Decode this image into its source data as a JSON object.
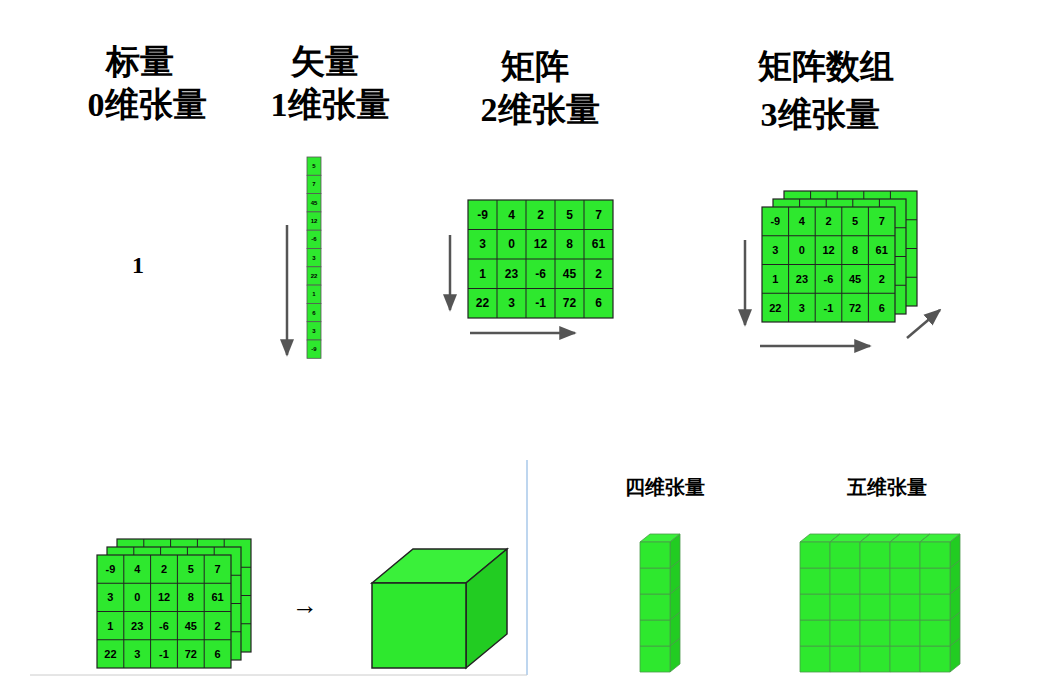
{
  "diagram": {
    "labels": [
      "标量",
      "0维张量",
      "矢量",
      "1维张量",
      "矩阵",
      "2维张量",
      "矩阵数组",
      "3维张量",
      "1",
      "5",
      "7",
      "45",
      "12",
      "-6",
      "3",
      "22",
      "1",
      "6",
      "3",
      "-9",
      "-9",
      "4",
      "2",
      "5",
      "7",
      "3",
      "0",
      "12",
      "8",
      "61",
      "1",
      "23",
      "-6",
      "45",
      "2",
      "22",
      "3",
      "-1",
      "72",
      "6",
      "-9",
      "4",
      "2",
      "5",
      "7",
      "3",
      "0",
      "12",
      "8",
      "61",
      "1",
      "23",
      "-6",
      "45",
      "2",
      "22",
      "3",
      "-1",
      "72",
      "6",
      "-9",
      "4",
      "2",
      "5",
      "7",
      "3",
      "0",
      "12",
      "8",
      "61",
      "1",
      "23",
      "-6",
      "45",
      "2",
      "22",
      "3",
      "-1",
      "72",
      "6",
      "→",
      "四维张量",
      "五维张量"
    ]
  }
}
